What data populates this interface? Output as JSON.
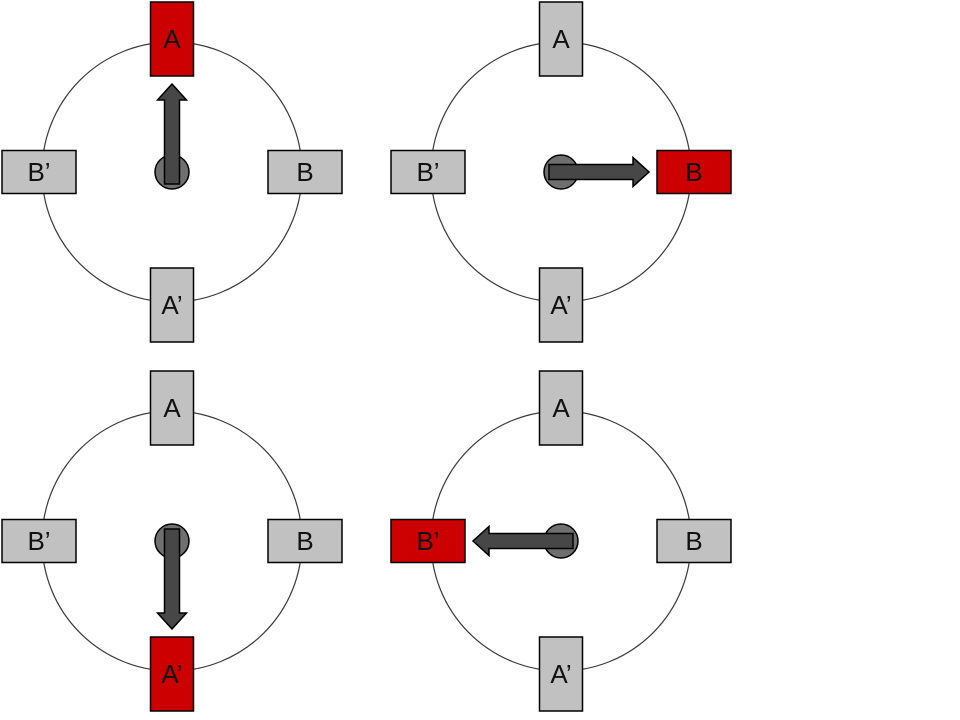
{
  "colors": {
    "background": "#ffffff",
    "active_pole": "#cc0000",
    "inactive_pole": "#c1c1c1",
    "pole_outline": "#000000",
    "circle_stroke": "#3a3a3a",
    "hub_fill": "#6f6f6f",
    "arrow_fill": "#474747",
    "label_text": "#111111"
  },
  "diagrams": [
    {
      "id": "step-1",
      "quadrant": "top-left",
      "active_pole": "A",
      "arrow_direction": "up",
      "poles": {
        "top": "A",
        "right": "B",
        "bottom": "A’",
        "left": "B’"
      }
    },
    {
      "id": "step-2",
      "quadrant": "top-right",
      "active_pole": "B",
      "arrow_direction": "right",
      "poles": {
        "top": "A",
        "right": "B",
        "bottom": "A’",
        "left": "B’"
      }
    },
    {
      "id": "step-3",
      "quadrant": "bottom-left",
      "active_pole": "A’",
      "arrow_direction": "down",
      "poles": {
        "top": "A",
        "right": "B",
        "bottom": "A’",
        "left": "B’"
      }
    },
    {
      "id": "step-4",
      "quadrant": "bottom-right",
      "active_pole": "B’",
      "arrow_direction": "left",
      "poles": {
        "top": "A",
        "right": "B",
        "bottom": "A’",
        "left": "B’"
      }
    }
  ]
}
